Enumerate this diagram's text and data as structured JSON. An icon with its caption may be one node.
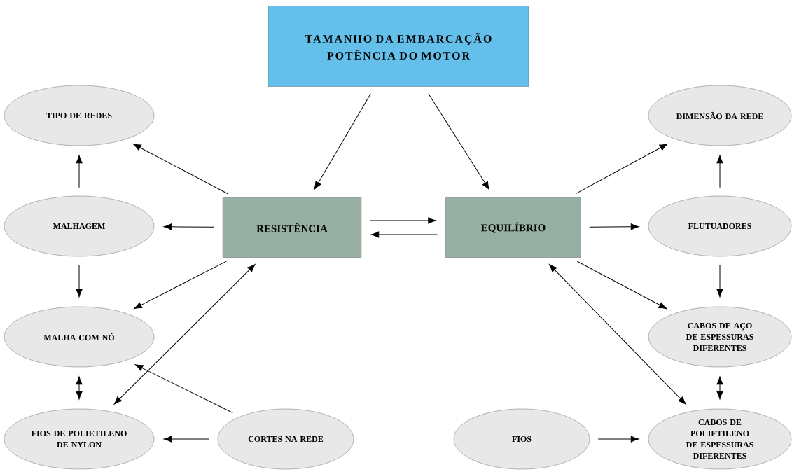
{
  "diagram": {
    "nodes": [
      {
        "text": [
          "TAMANHO DA EMBARCAÇÃO",
          "POTÊNCIA DO MOTOR"
        ]
      },
      {
        "text": [
          "TIPO DE REDES"
        ]
      },
      {
        "text": [
          "DIMENSÃO DA REDE"
        ]
      },
      {
        "text": [
          "MALHAGEM"
        ]
      },
      {
        "text": [
          "RESISTÊNCIA"
        ]
      },
      {
        "text": [
          "EQUILÍBRIO"
        ]
      },
      {
        "text": [
          "FLUTUADORES"
        ]
      },
      {
        "text": [
          "MALHA COM NÓ"
        ]
      },
      {
        "text": [
          "CABOS DE AÇO DE ESPESSURAS DIFERENTES"
        ]
      },
      {
        "text": [
          "FIOS DE POLIETILENO DE NYLON"
        ]
      },
      {
        "text": [
          "CORTES NA REDE"
        ]
      },
      {
        "text": [
          "FIOS"
        ]
      },
      {
        "text": [
          "CABOS DE POLIETILENO DE ESPESSURAS DIFERENTES"
        ]
      }
    ],
    "edges": [
      {
        "from": 0,
        "to": 4,
        "arrow": "to"
      },
      {
        "from": 0,
        "to": 5,
        "arrow": "to"
      },
      {
        "from": 4,
        "to": 1,
        "arrow": "to"
      },
      {
        "from": 4,
        "to": 3,
        "arrow": "to"
      },
      {
        "from": 4,
        "to": 7,
        "arrow": "to"
      },
      {
        "from": 4,
        "to": 5,
        "arrow": "to"
      },
      {
        "from": 5,
        "to": 4,
        "arrow": "to"
      },
      {
        "from": 3,
        "to": 1,
        "arrow": "to"
      },
      {
        "from": 3,
        "to": 7,
        "arrow": "to"
      },
      {
        "from": 7,
        "to": 9,
        "arrow": "both"
      },
      {
        "from": 9,
        "to": 4,
        "arrow": "both"
      },
      {
        "from": 10,
        "to": 7,
        "arrow": "to"
      },
      {
        "from": 10,
        "to": 9,
        "arrow": "to"
      },
      {
        "from": 5,
        "to": 2,
        "arrow": "to"
      },
      {
        "from": 5,
        "to": 6,
        "arrow": "to"
      },
      {
        "from": 5,
        "to": 8,
        "arrow": "to"
      },
      {
        "from": 12,
        "to": 5,
        "arrow": "both"
      },
      {
        "from": 6,
        "to": 2,
        "arrow": "to"
      },
      {
        "from": 6,
        "to": 8,
        "arrow": "to"
      },
      {
        "from": 8,
        "to": 12,
        "arrow": "both"
      },
      {
        "from": 11,
        "to": 12,
        "arrow": "to"
      }
    ]
  }
}
